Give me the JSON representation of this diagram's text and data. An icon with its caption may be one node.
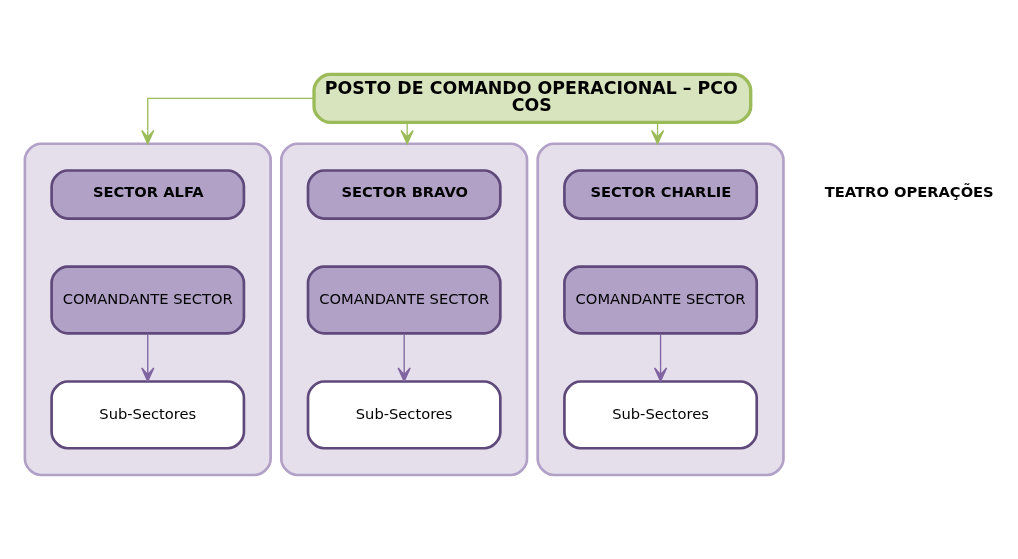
{
  "diagram": {
    "nodes": [
      {
        "text": [
          "POSTO DE COMANDO OPERACIONAL – PCO",
          "COS"
        ]
      },
      {
        "text": [],
        "shape": "box"
      },
      {
        "text": [
          "SECTOR ALFA"
        ],
        "in": 1
      },
      {
        "text": [
          "COMANDANTE SECTOR"
        ],
        "in": 1
      },
      {
        "text": [
          "Sub-Sectores"
        ],
        "in": 1
      },
      {
        "text": [],
        "shape": "box"
      },
      {
        "text": [
          "SECTOR BRAVO"
        ],
        "in": 5
      },
      {
        "text": [
          "COMANDANTE SECTOR"
        ],
        "in": 5
      },
      {
        "text": [
          "Sub-Sectores"
        ],
        "in": 5
      },
      {
        "text": [],
        "shape": "box"
      },
      {
        "text": [
          "SECTOR CHARLIE"
        ],
        "in": 9
      },
      {
        "text": [
          "COMANDANTE SECTOR"
        ],
        "in": 9
      },
      {
        "text": [
          "Sub-Sectores"
        ],
        "in": 9
      }
    ],
    "edges": [
      {
        "from": 0,
        "to": 1,
        "arrow": "to",
        "color": "#9bbb59"
      },
      {
        "from": 0,
        "to": 5,
        "arrow": "to",
        "color": "#9bbb59"
      },
      {
        "from": 0,
        "to": 9,
        "arrow": "to",
        "color": "#9bbb59"
      },
      {
        "from": 3,
        "to": 4,
        "arrow": "to",
        "color": "#8064a2"
      },
      {
        "from": 7,
        "to": 8,
        "arrow": "to",
        "color": "#8064a2"
      },
      {
        "from": 11,
        "to": 12,
        "arrow": "to",
        "color": "#8064a2"
      }
    ],
    "labels": [
      "TEATRO OPERAÇÕES"
    ]
  }
}
